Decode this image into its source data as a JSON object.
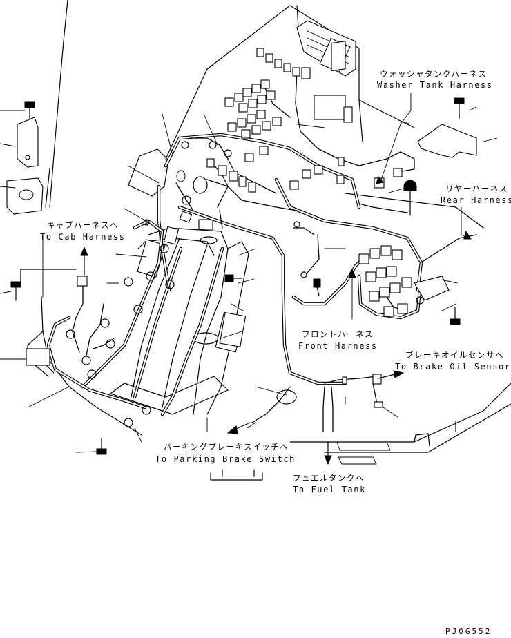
{
  "labels": {
    "washer_jp": "ウォッシャタンクハーネス",
    "washer_en": "Washer Tank Harness",
    "rear_jp": "リヤーハーネス",
    "rear_en": "Rear Harness",
    "cab_jp": "キャブハーネスへ",
    "cab_en": "To Cab Harness",
    "front_jp": "フロントハーネス",
    "front_en": "Front Harness",
    "brake_oil_jp": "ブレーキオイルセンサへ",
    "brake_oil_en": "To Brake Oil Sensor",
    "parking_jp": "パーキングブレーキスイッチへ",
    "parking_en": "To Parking Brake Switch",
    "fuel_jp": "フュエルタンクへ",
    "fuel_en": "To Fuel Tank"
  },
  "drawing_code": "PJ0G552"
}
